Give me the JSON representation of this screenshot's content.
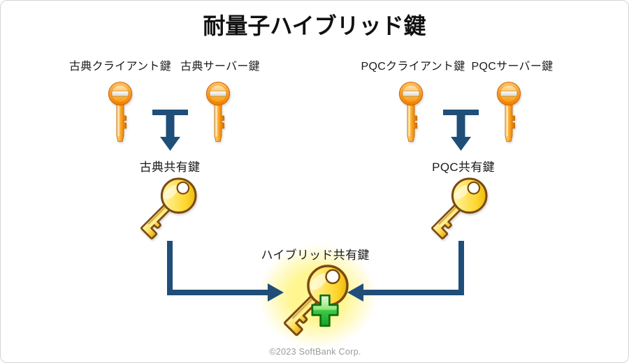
{
  "title": "耐量子ハイブリッド鍵",
  "classic_group": {
    "client_key_label": "古典クライアント鍵",
    "server_key_label": "古典サーバー鍵",
    "shared_key_label": "古典共有鍵"
  },
  "pqc_group": {
    "client_key_label": "PQCクライアント鍵",
    "server_key_label": "PQCサーバー鍵",
    "shared_key_label": "PQC共有鍵"
  },
  "hybrid_group": {
    "shared_key_label": "ハイブリッド共有鍵"
  },
  "footer": {
    "copyright": "©2023 SoftBank Corp."
  },
  "icons": {
    "small_key": "orange-key-icon",
    "shared_key": "gold-key-icon",
    "hybrid_key": "glowing-gold-key-icon",
    "plus": "green-plus-icon",
    "merge_arrow": "t-shaped-merge-arrow-icon",
    "combine_arrow": "elbow-arrow-icon"
  },
  "colors": {
    "arrow_navy": "#1F4E79",
    "key_gold": "#FFD62E",
    "key_gold_outline": "#7B4A10",
    "key_orange": "#F5941E",
    "plus_green": "#3CC845",
    "plus_green_outline": "#0E6E14",
    "glow_yellow": "#FFF478",
    "title_text": "#111111",
    "label_text": "#1A1A1A",
    "copyright_text": "#9A9A9A",
    "background": "#FFFFFF",
    "border": "#D4D4D4"
  }
}
